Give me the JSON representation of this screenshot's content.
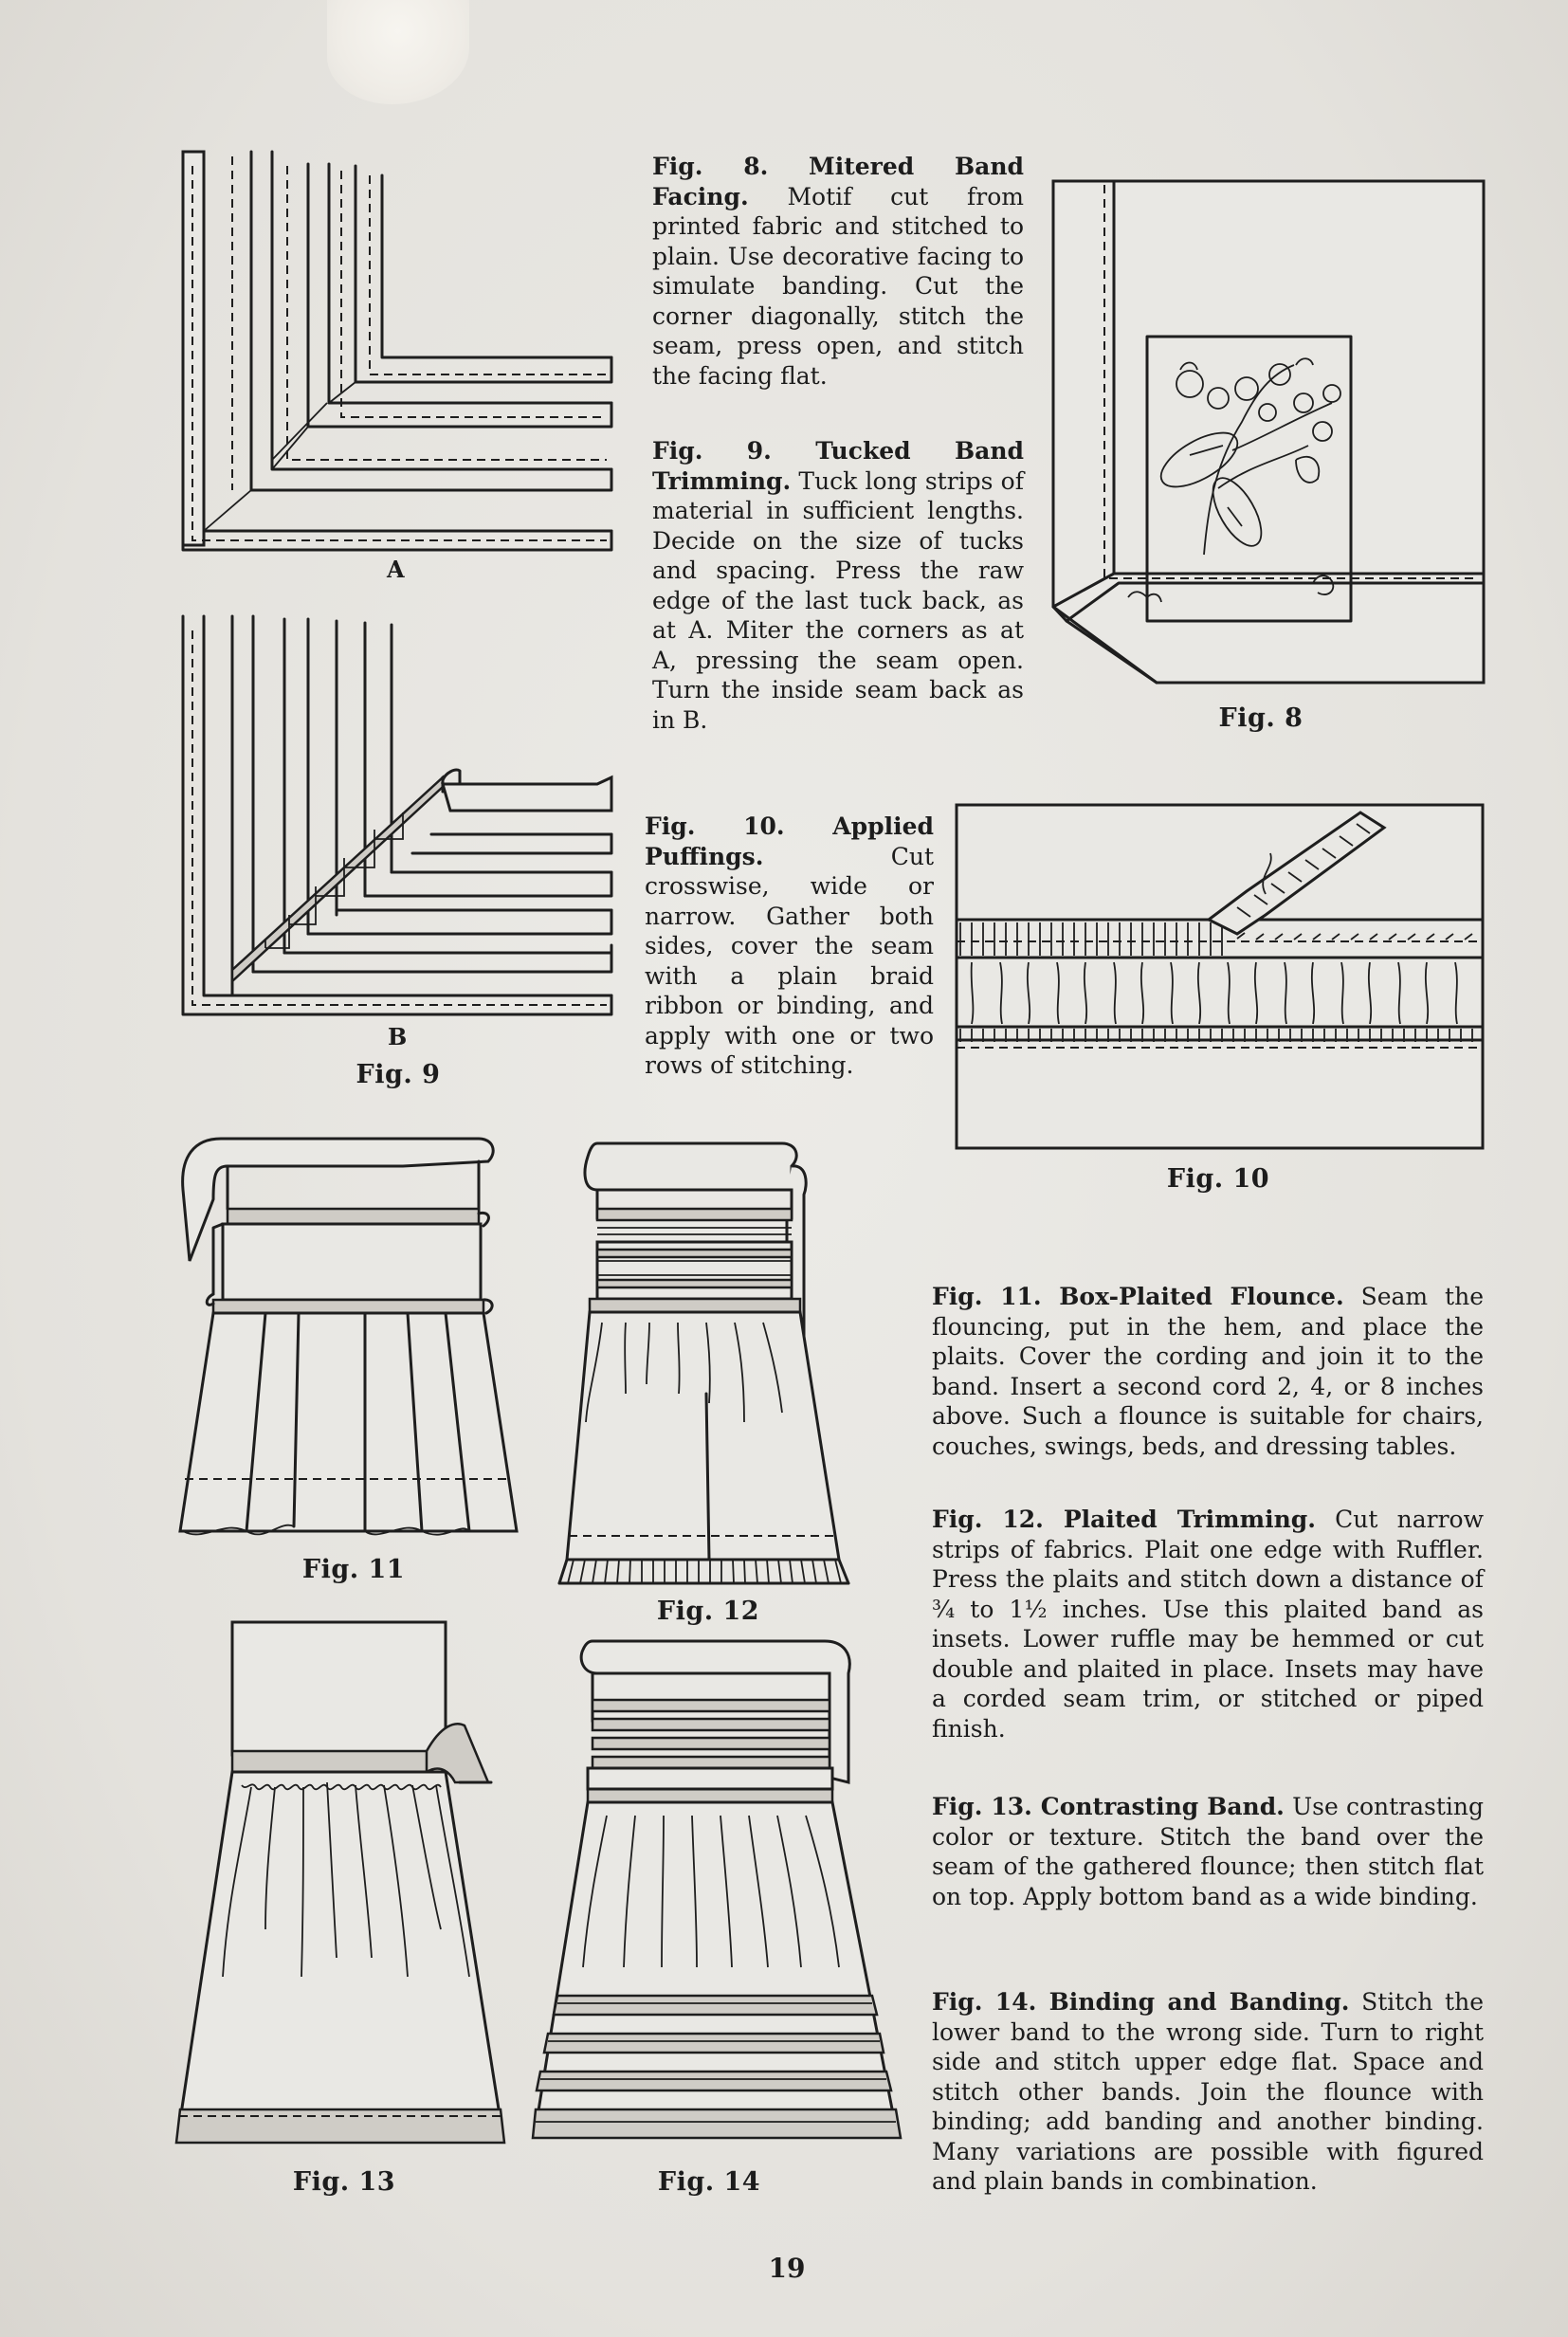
{
  "texts": {
    "fig8": {
      "title": "Fig. 8. Mitered Band Facing.",
      "body": "Motif cut from printed fabric and stitched to plain. Use decorative facing to simulate banding. Cut the corner diagonally, stitch the seam, press open, and stitch the facing flat."
    },
    "fig9": {
      "title": "Fig. 9. Tucked Band Trimming.",
      "body": "Tuck long strips of material in sufficient lengths. Decide on the size of tucks and spacing. Press the raw edge of the last tuck back, as at A. Miter the corners as at A, pressing the seam open. Turn the inside seam back as in B."
    },
    "fig10": {
      "title": "Fig. 10. Applied Puffings.",
      "body": "Cut crosswise, wide or narrow. Gather both sides, cover the seam with a plain braid ribbon or binding, and apply with one or two rows of stitching."
    },
    "fig11": {
      "title": "Fig. 11. Box-Plaited Flounce.",
      "body": "Seam the flouncing, put in the hem, and place the plaits. Cover the cording and join it to the band. Insert a second cord 2, 4, or 8 inches above. Such a flounce is suitable for chairs, couches, swings, beds, and dressing tables."
    },
    "fig12": {
      "title": "Fig. 12. Plaited Trimming.",
      "body": "Cut narrow strips of fabrics. Plait one edge with Ruffler. Press the plaits and stitch down a distance of ¾ to 1½ inches. Use this plaited band as insets. Lower ruffle may be hemmed or cut double and plaited in place. Insets may have a corded seam trim, or stitched or piped finish."
    },
    "fig13": {
      "title": "Fig. 13. Contrasting Band.",
      "body": "Use contrasting color or texture. Stitch the band over the seam of the gathered flounce; then stitch flat on top. Apply bottom band as a wide binding."
    },
    "fig14": {
      "title": "Fig. 14. Binding and Banding.",
      "body": "Stitch the lower band to the wrong side. Turn to right side and stitch upper edge flat. Space and stitch other bands. Join the flounce with binding; add banding and another binding. Many variations are possible with figured and plain bands in combination."
    }
  },
  "captions": {
    "fig8": "Fig. 8",
    "fig9": "Fig. 9",
    "fig10": "Fig. 10",
    "fig11": "Fig. 11",
    "fig12": "Fig. 12",
    "fig13": "Fig. 13",
    "fig14": "Fig. 14",
    "label_a": "A",
    "label_b": "B"
  },
  "page_number": "19"
}
